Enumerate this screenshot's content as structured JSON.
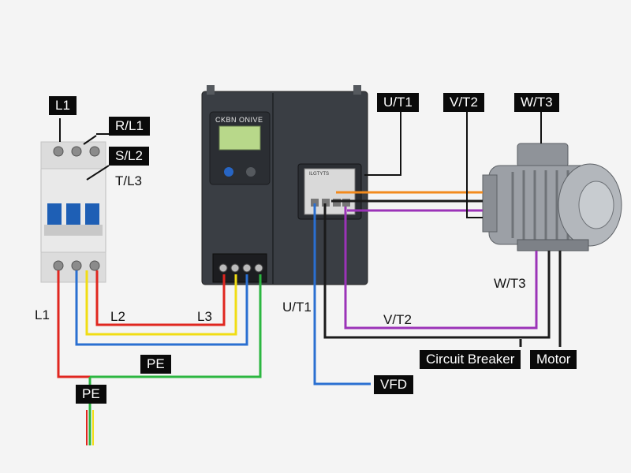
{
  "labels": {
    "l1_top": "L1",
    "r_l1": "R/L1",
    "s_l2": "S/L2",
    "t_l3": "T/L3",
    "u_t1_top": "U/T1",
    "v_t2_top": "V/T2",
    "w_t3_top": "W/T3",
    "l1_bottom": "L1",
    "l2_bottom": "L2",
    "l3_bottom": "L3",
    "pe_mid": "PE",
    "pe_bottom": "PE",
    "u_t1_mid": "U/T1",
    "v_t2_mid": "V/T2",
    "w_t3_mid": "W/T3",
    "circuit_breaker": "Circuit Breaker",
    "motor": "Motor",
    "vfd": "VFD"
  },
  "device": {
    "brand": "CKBN ONIVE",
    "inner_label": "ILGTYTS"
  },
  "colors": {
    "l1_wire": "#e0261f",
    "l2_wire": "#f1dd13",
    "l3_wire": "#2a6fd1",
    "pe_wire": "#2bb640",
    "u_wire": "#f28a1d",
    "v_wire": "#9b33b8",
    "w_wire": "#1a1a1a",
    "breaker_toggle": "#1e5fb5",
    "drive_body": "#3a3e44"
  }
}
